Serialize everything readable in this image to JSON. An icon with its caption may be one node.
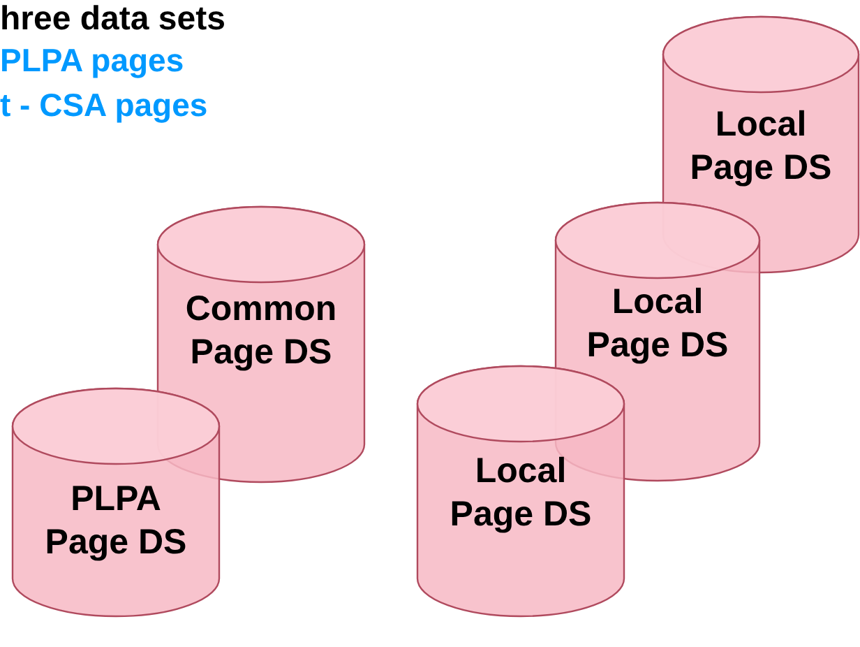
{
  "diagram": {
    "nodes": [
      {
        "text": [
          "Local Page DS"
        ]
      },
      {
        "text": [
          "Common Page DS"
        ]
      },
      {
        "text": [
          "Local Page DS"
        ]
      },
      {
        "text": [
          "Local Page DS"
        ]
      },
      {
        "text": [
          "PLPA Page DS"
        ]
      }
    ],
    "labels": [
      "hree data sets",
      "PLPA pages",
      "t - CSA pages"
    ]
  }
}
